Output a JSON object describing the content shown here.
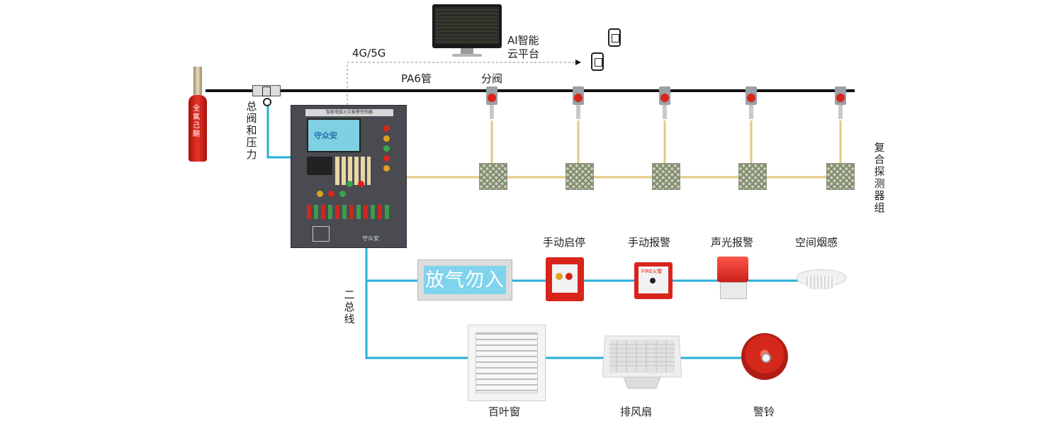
{
  "labels": {
    "network": "4G/5G",
    "cloud": "AI智能\n云平台",
    "pipe": "PA6管",
    "branch_valve": "分阀",
    "main_valve": "总阀和压力",
    "detector_group": "复合探测器组",
    "bus": "二总线",
    "manual_start_stop": "手动启停",
    "manual_alarm": "手动报警",
    "sound_light_alarm": "声光报警",
    "smoke_sensor": "空间烟感",
    "louver": "百叶窗",
    "exhaust_fan": "排风扇",
    "alarm_bell": "警铃"
  },
  "devices": {
    "cylinder_text": "全氟己酮",
    "panel_title": "智能电弧火灾报警控制器",
    "panel_screen_brand": "守众安",
    "panel_brand": "守众安",
    "sign_text": "放气勿入",
    "manual_alarm_text": "FIRE火警"
  },
  "colors": {
    "pipe": "#111111",
    "bus": "#2aaed8",
    "detector_wire": "#e5c783",
    "accent_red": "#d9241c"
  }
}
